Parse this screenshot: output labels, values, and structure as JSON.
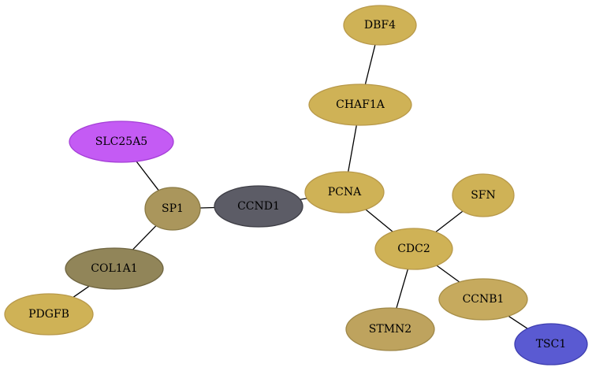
{
  "nodes": [
    {
      "id": "DBF4",
      "label": "DBF4",
      "fill": "#cfb256",
      "stroke": "#b8994a"
    },
    {
      "id": "CHAF1A",
      "label": "CHAF1A",
      "fill": "#cfb256",
      "stroke": "#b8994a"
    },
    {
      "id": "SLC25A5",
      "label": "SLC25A5",
      "fill": "#c45bf4",
      "stroke": "#a43fd6"
    },
    {
      "id": "SP1",
      "label": "SP1",
      "fill": "#aa965c",
      "stroke": "#8a7a45"
    },
    {
      "id": "CCND1",
      "label": "CCND1",
      "fill": "#5c5c66",
      "stroke": "#3e3e46"
    },
    {
      "id": "PCNA",
      "label": "PCNA",
      "fill": "#cfb256",
      "stroke": "#b8994a"
    },
    {
      "id": "SFN",
      "label": "SFN",
      "fill": "#cfb256",
      "stroke": "#b8994a"
    },
    {
      "id": "CDC2",
      "label": "CDC2",
      "fill": "#cfb256",
      "stroke": "#b8994a"
    },
    {
      "id": "COL1A1",
      "label": "COL1A1",
      "fill": "#918559",
      "stroke": "#6e6440"
    },
    {
      "id": "PDGFB",
      "label": "PDGFB",
      "fill": "#cfb256",
      "stroke": "#b8994a"
    },
    {
      "id": "CCNB1",
      "label": "CCNB1",
      "fill": "#c6aa5e",
      "stroke": "#a88f48"
    },
    {
      "id": "STMN2",
      "label": "STMN2",
      "fill": "#bea35e",
      "stroke": "#9e8748"
    },
    {
      "id": "TSC1",
      "label": "TSC1",
      "fill": "#5a5ad2",
      "stroke": "#3e3eb0"
    }
  ],
  "edges": [
    [
      "DBF4",
      "CHAF1A"
    ],
    [
      "CHAF1A",
      "PCNA"
    ],
    [
      "SLC25A5",
      "SP1"
    ],
    [
      "SP1",
      "CCND1"
    ],
    [
      "SP1",
      "COL1A1"
    ],
    [
      "COL1A1",
      "PDGFB"
    ],
    [
      "CCND1",
      "PCNA"
    ],
    [
      "PCNA",
      "CDC2"
    ],
    [
      "SFN",
      "CDC2"
    ],
    [
      "CDC2",
      "CCNB1"
    ],
    [
      "CDC2",
      "STMN2"
    ],
    [
      "CCNB1",
      "TSC1"
    ]
  ]
}
